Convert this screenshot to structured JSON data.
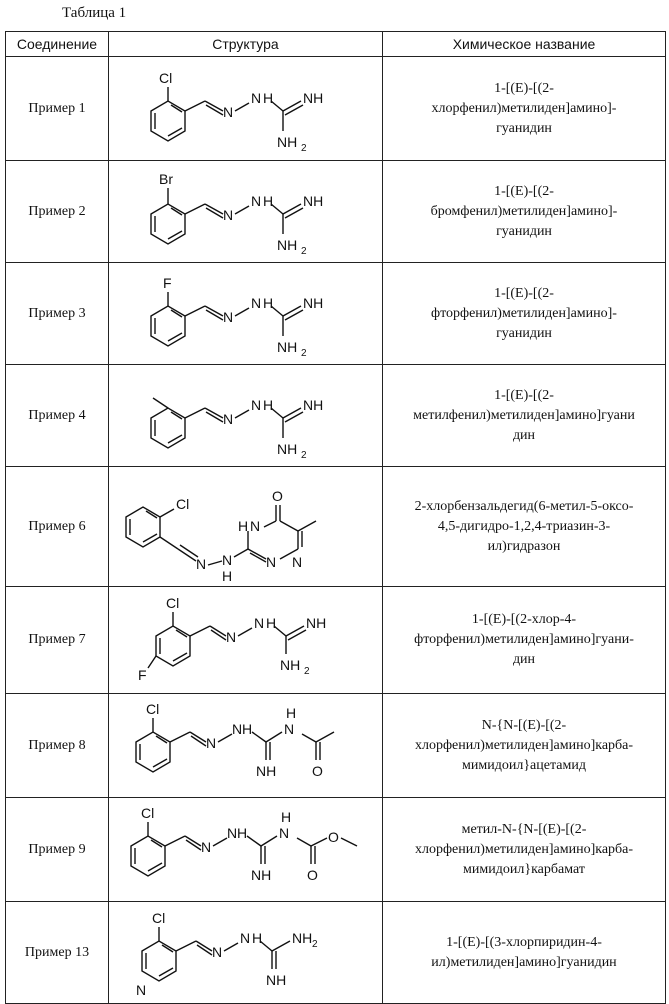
{
  "caption": "Таблица 1",
  "headers": {
    "compound": "Соединение",
    "structure": "Структура",
    "chem_name": "Химическое название"
  },
  "rows": [
    {
      "compound": "Пример 1",
      "name_lines": [
        "1-[(E)-[(2-",
        "хлорфенил)метилиден]амино]-",
        "гуанидин"
      ],
      "labels": [
        "Cl",
        "N",
        "N",
        "H",
        "NH",
        "NH",
        "2"
      ]
    },
    {
      "compound": "Пример 2",
      "name_lines": [
        "1-[(E)-[(2-",
        "бромфенил)метилиден]амино]-",
        "гуанидин"
      ],
      "labels": [
        "Br",
        "N",
        "N",
        "H",
        "NH",
        "NH",
        "2"
      ]
    },
    {
      "compound": "Пример 3",
      "name_lines": [
        "1-[(E)-[(2-",
        "фторфенил)метилиден]амино]-",
        "гуанидин"
      ],
      "labels": [
        "F",
        "N",
        "N",
        "H",
        "NH",
        "NH",
        "2"
      ]
    },
    {
      "compound": "Пример 4",
      "name_lines": [
        "1-[(E)-[(2-",
        "метилфенил)метилиден]амино]гуани",
        "дин"
      ],
      "labels": [
        "",
        "N",
        "N",
        "H",
        "NH",
        "NH",
        "2"
      ]
    },
    {
      "compound": "Пример 6",
      "name_lines": [
        "2-хлорбензальдегид(6-метил-5-оксо-",
        "4,5-дигидро-1,2,4-триазин-3-",
        "ил)гидразон"
      ],
      "labels": [
        "Cl",
        "N",
        "N",
        "H",
        "H",
        "N",
        "O",
        "N",
        "N"
      ]
    },
    {
      "compound": "Пример 7",
      "name_lines": [
        "1-[(E)-[(2-хлор-4-",
        "фторфенил)метилиден]амино]гуани-",
        "дин"
      ],
      "labels": [
        "Cl",
        "F",
        "N",
        "N",
        "H",
        "NH",
        "NH",
        "2"
      ]
    },
    {
      "compound": "Пример 8",
      "name_lines": [
        "N-{N-[(E)-[(2-",
        "хлорфенил)метилиден]амино]карба-",
        "мимидоил}ацетамид"
      ],
      "labels": [
        "Cl",
        "N",
        "N",
        "H",
        "N",
        "H",
        "NH",
        "O"
      ]
    },
    {
      "compound": "Пример 9",
      "name_lines": [
        "метил-N-{N-[(E)-[(2-",
        "хлорфенил)метилиден]амино]карба-",
        "мимидоил}карбамат"
      ],
      "labels": [
        "Cl",
        "N",
        "N",
        "H",
        "N",
        "H",
        "NH",
        "O",
        "O"
      ]
    },
    {
      "compound": "Пример 13",
      "name_lines": [
        "1-[(E)-[(3-хлорпиридин-4-",
        "ил)метилиден]амино]гуанидин"
      ],
      "labels": [
        "Cl",
        "N",
        "N",
        "N",
        "H",
        "NH",
        "NH",
        "2"
      ]
    }
  ]
}
